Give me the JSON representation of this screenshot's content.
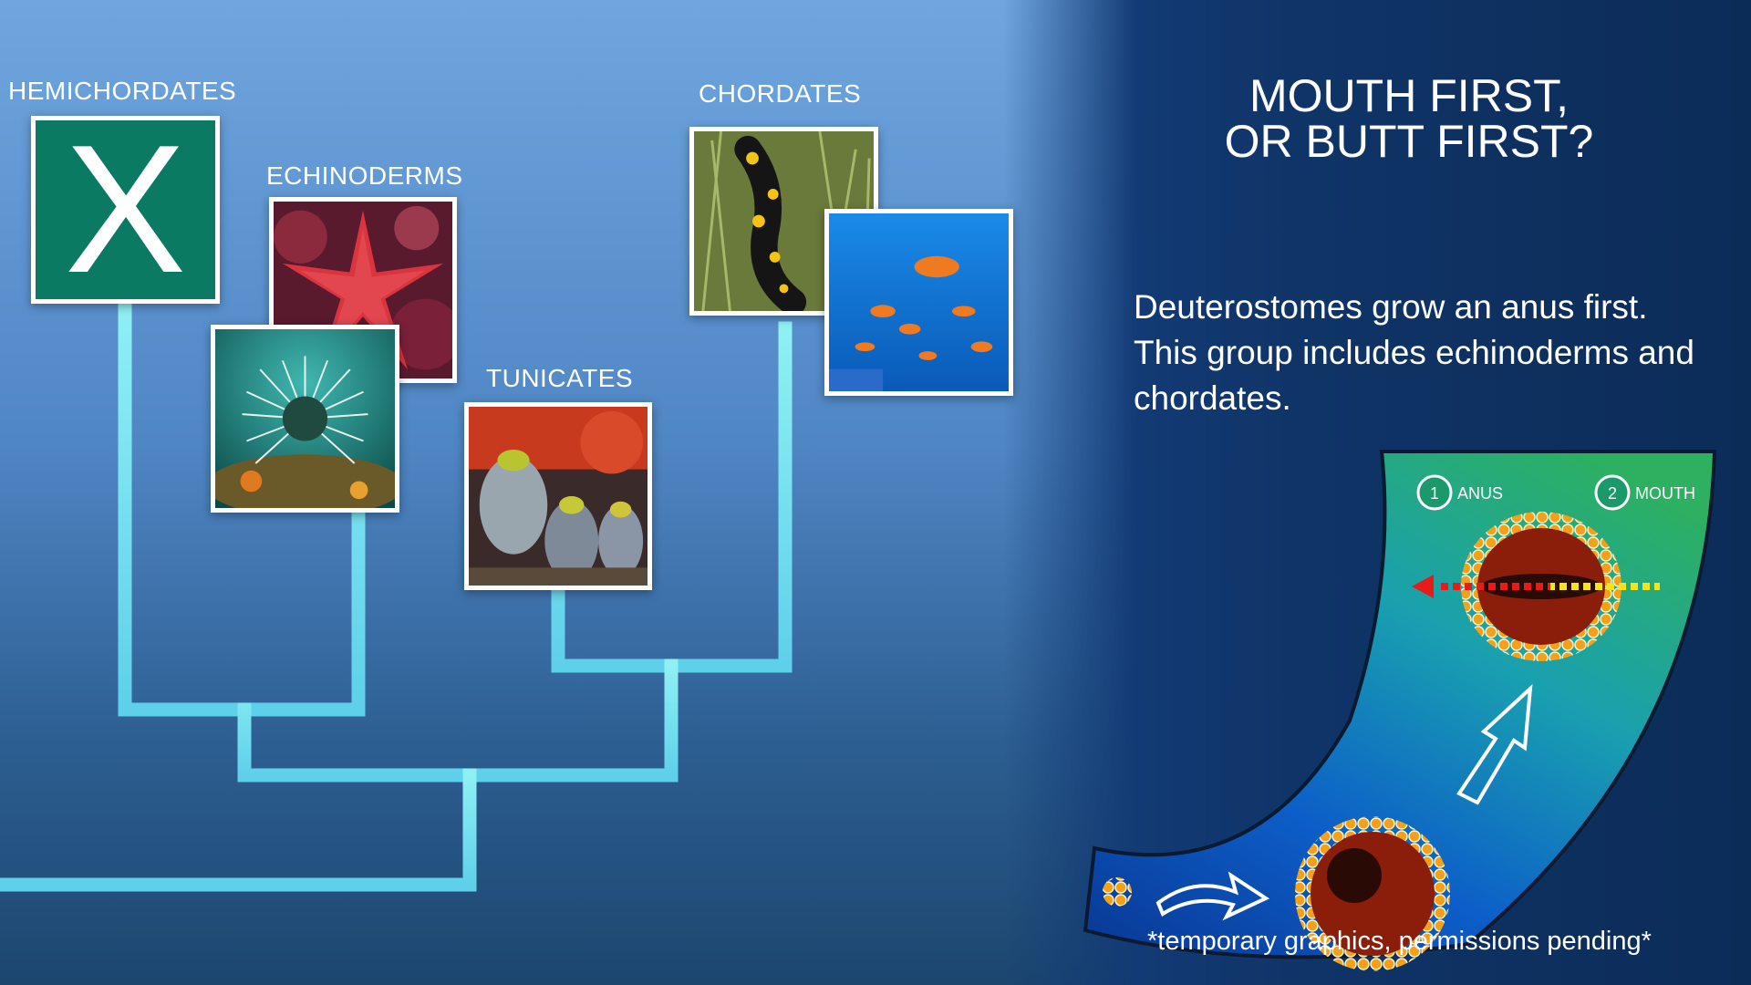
{
  "tree": {
    "hemichordates": "HEMICHORDATES",
    "echinoderms": "ECHINODERMS",
    "tunicates": "TUNICATES",
    "chordates": "CHORDATES",
    "x_mark": "X"
  },
  "panel": {
    "title_line1": "MOUTH FIRST,",
    "title_line2": "OR BUTT FIRST?",
    "body": "Deuterostomes grow an anus first. This group includes echinoderms and chordates.",
    "caption": "*temporary graphics, permissions pending*"
  },
  "diagram": {
    "step1_num": "1",
    "step1_label": "ANUS",
    "step2_num": "2",
    "step2_label": "MOUTH"
  },
  "colors": {
    "branch": "#7ee4f0",
    "x_box": "#0a7a62",
    "accent_orange": "#f08a1c"
  }
}
